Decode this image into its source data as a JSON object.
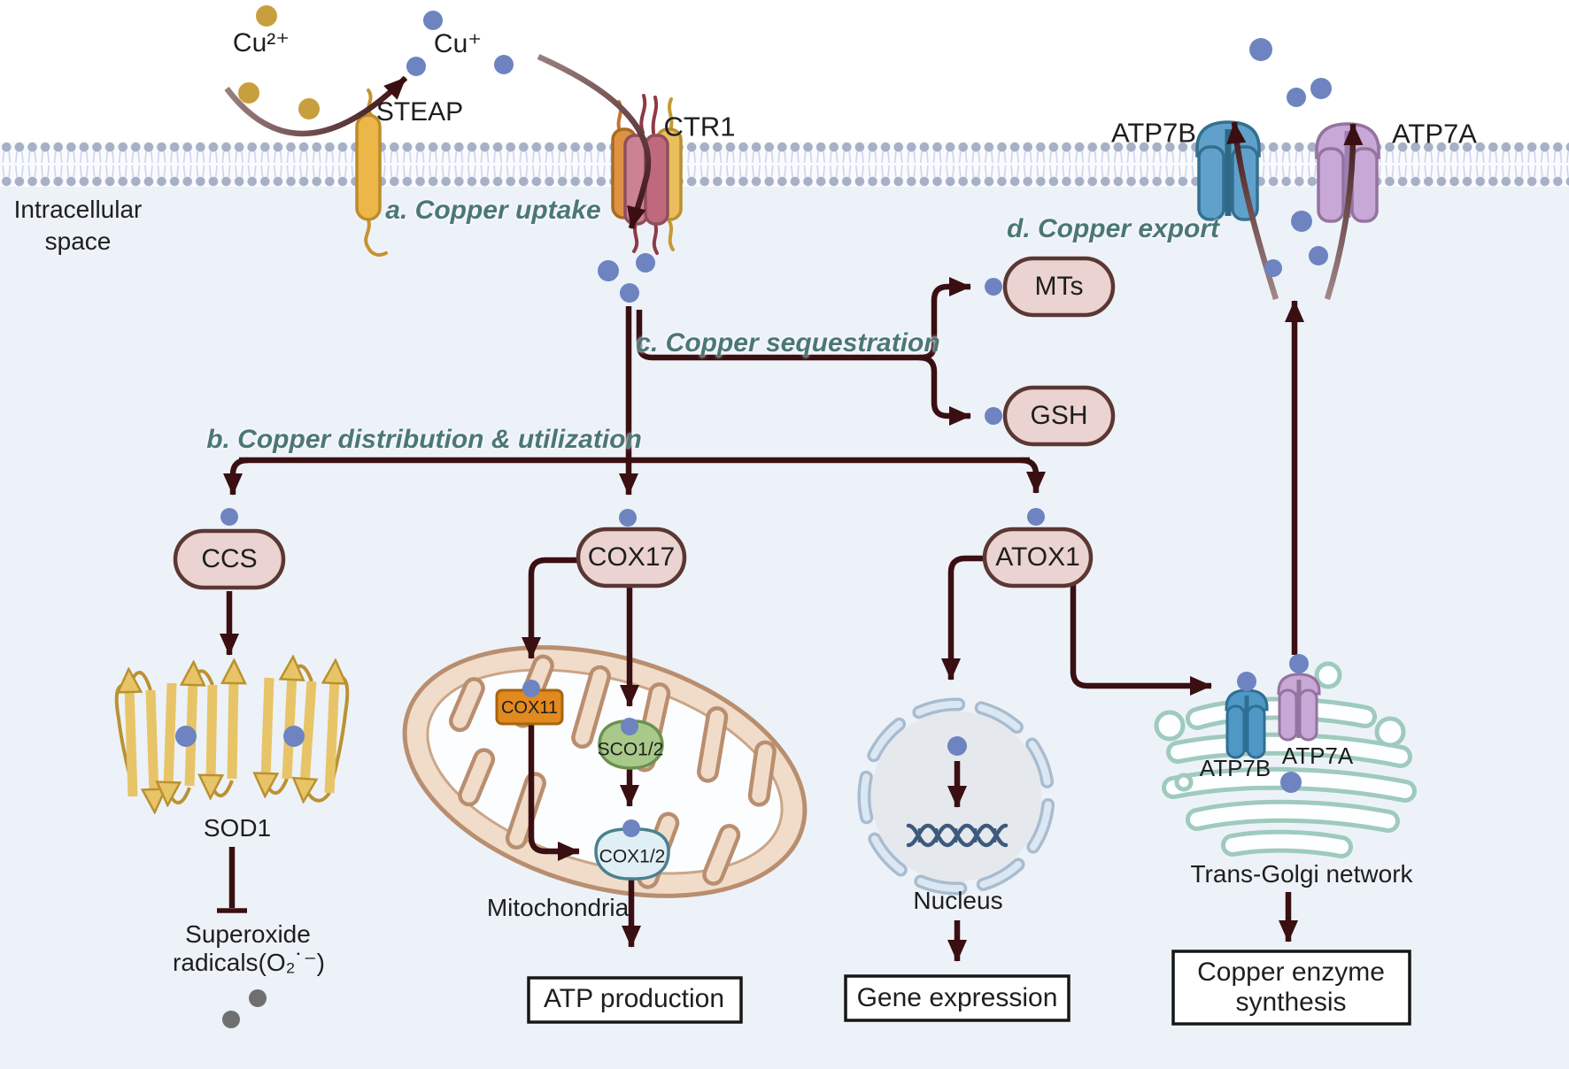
{
  "figure": {
    "title_context": "Cellular copper metabolism pathway",
    "regions": {
      "intracellular_line1": "Intracellular",
      "intracellular_line2": "space"
    },
    "steps": {
      "a": "a. Copper uptake",
      "b": "b. Copper distribution & utilization",
      "c": "c. Copper sequestration",
      "d": "d. Copper export"
    },
    "ions": {
      "cu2_label": "Cu²⁺",
      "cu1_label": "Cu⁺"
    },
    "membrane_transporters": {
      "steap": "STEAP",
      "ctr1": "CTR1",
      "atp7b": "ATP7B",
      "atp7a": "ATP7A"
    },
    "sequestration": {
      "mts": "MTs",
      "gsh": "GSH"
    },
    "chaperones": {
      "ccs": "CCS",
      "cox17": "COX17",
      "atox1": "ATOX1"
    },
    "sod1_pathway": {
      "sod1": "SOD1",
      "superoxide_line1": "Superoxide",
      "superoxide_line2": "radicals(O₂˙⁻)"
    },
    "mitochondria": {
      "label": "Mitochondria",
      "cox11": "COX11",
      "sco12": "SCO1/2",
      "cox12": "COX1/2",
      "outcome": "ATP production"
    },
    "nucleus": {
      "label": "Nucleus",
      "outcome": "Gene expression"
    },
    "golgi": {
      "label": "Trans-Golgi network",
      "atp7b": "ATP7B",
      "atp7a": "ATP7A",
      "outcome_line1": "Copper enzyme",
      "outcome_line2": "synthesis"
    },
    "colors": {
      "copper_ion": "#6d84c1",
      "cupric_ion": "#c79f3e",
      "radical": "#6f6f6f",
      "arrow": "#3a0f12",
      "step_label": "#4b7775",
      "pill_fill": "#ead3d0",
      "pill_border": "#5b3733",
      "membrane_head": "#a6b0c6",
      "atp7b_blue": "#5fa1cb",
      "atp7a_purple": "#c7a8d7",
      "mito_fill": "#f1dcca",
      "golgi_teal": "#9fcabe",
      "text": "#1e1e1e",
      "intracellular_bg": "#edf2f8",
      "extracellular_bg": "#ffffff"
    }
  }
}
